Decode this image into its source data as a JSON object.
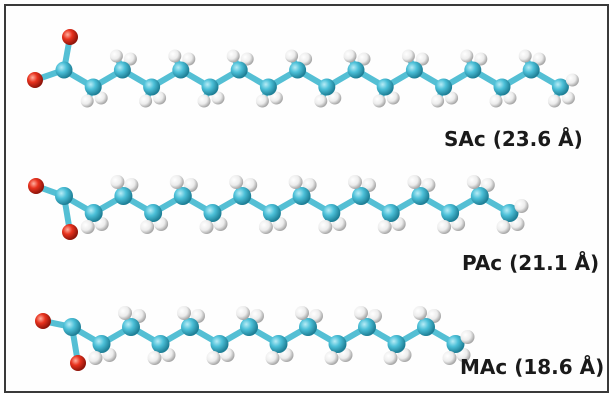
{
  "molecules": [
    {
      "label": "SAc (23.6 Å)"
    },
    {
      "label": "PAc (21.1 Å)"
    },
    {
      "label": "MAc (18.6 Å)"
    }
  ],
  "colors": {
    "carbon": "#3fb3cc",
    "oxygen": "#e0301e",
    "hydrogen": "#f2f2f2",
    "bond": "#54bfd4",
    "frame": "#3a3a3a"
  }
}
